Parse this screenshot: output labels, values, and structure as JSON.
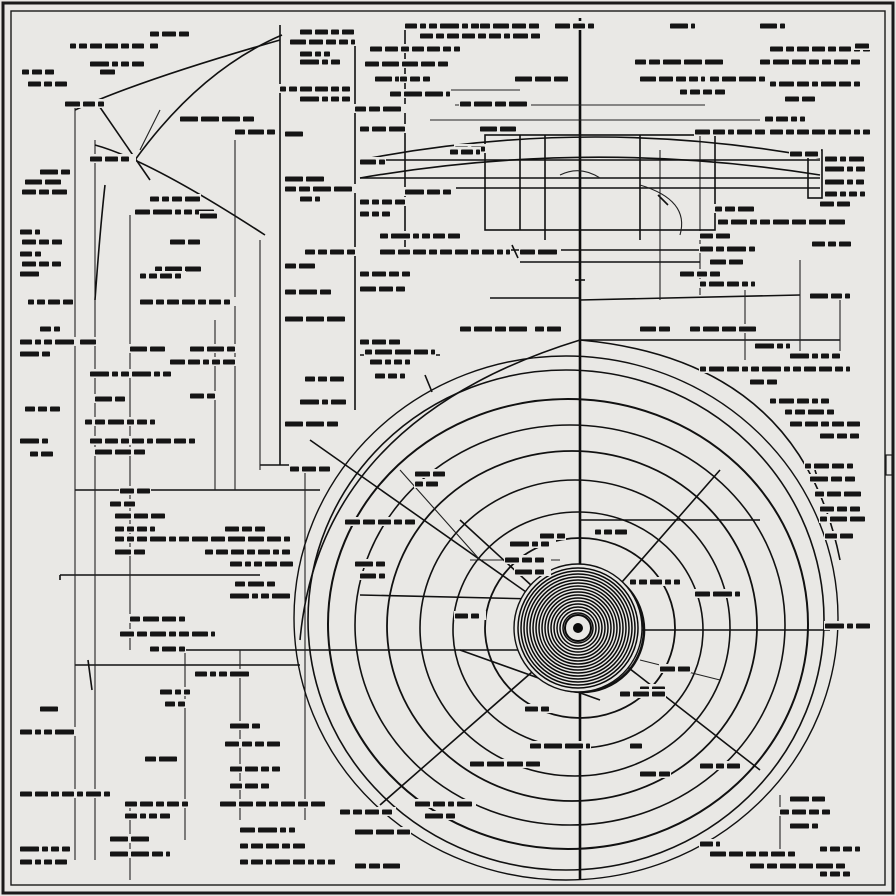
{
  "diagram": {
    "labels_legible": false,
    "colors": {
      "ink": "#111111",
      "paper": "#e9e8e5"
    },
    "components": [
      "outer-frame",
      "concentric-rings",
      "spiral-core",
      "vertical-axis",
      "upper-dome-structure",
      "left-arc",
      "callout-leaders",
      "text-blocks"
    ]
  }
}
